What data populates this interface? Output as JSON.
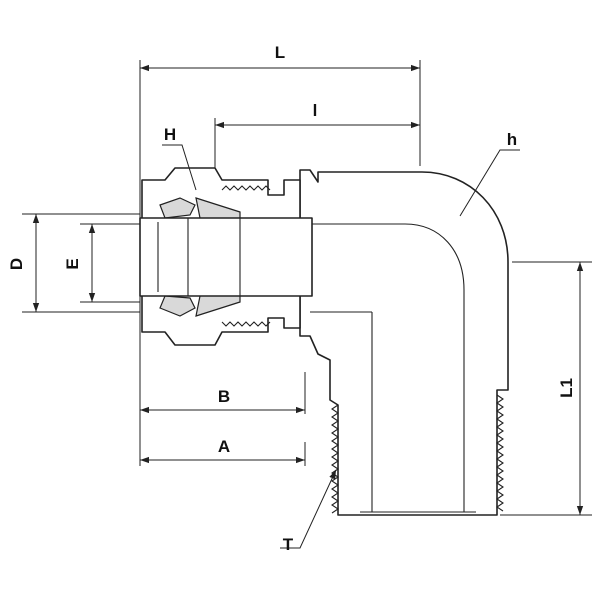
{
  "labels": {
    "L": "L",
    "l": "l",
    "H": "H",
    "h": "h",
    "D": "D",
    "E": "E",
    "B": "B",
    "A": "A",
    "L1": "L1",
    "T": "T"
  }
}
